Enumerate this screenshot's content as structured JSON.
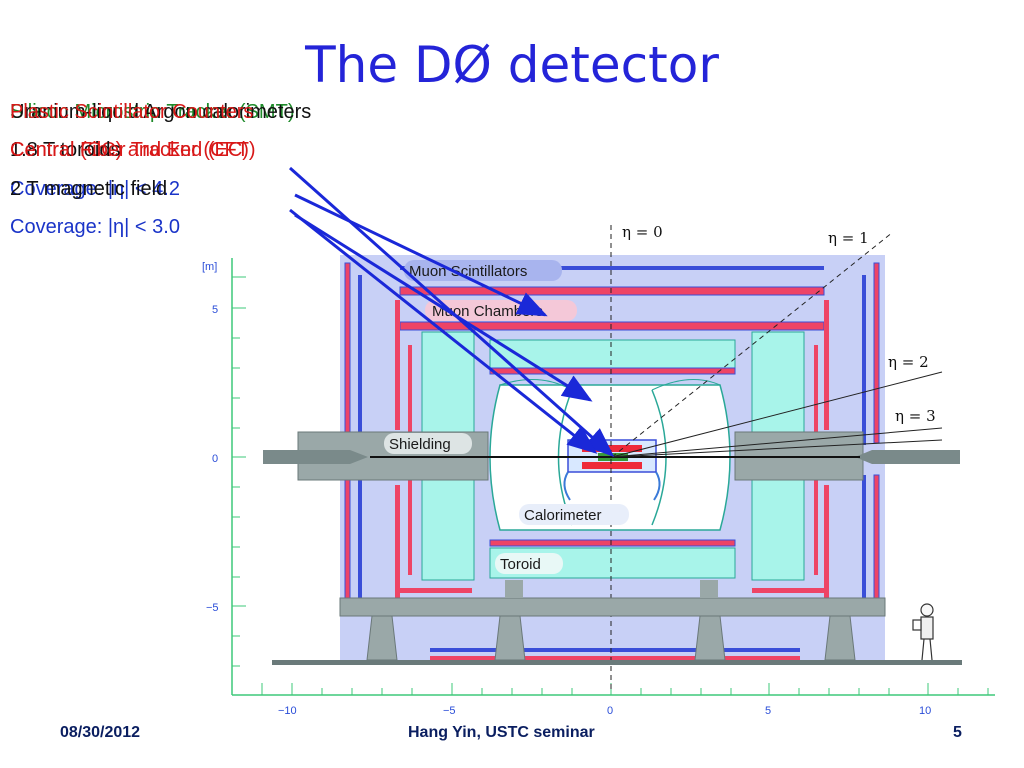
{
  "slide": {
    "title": "The DØ detector",
    "footer": {
      "date": "08/30/2012",
      "center": "Hang Yin, USTC seminar",
      "page": "5"
    }
  },
  "overlay_text": {
    "line1_green": "Silicon Microstrip Tracker (SMT)",
    "line1_black": "Uranium-liquid Argon calorimeters",
    "line1_red": "Plastic Scintillator Counters",
    "line2_red": "Central (CC) and End (EC)",
    "line2_black": "1.8 T toroids",
    "line2_red2": "Central Fiber Tracker (CFT)",
    "line3_blue": "Coverage: |η| < 4.2",
    "line3_black": "2 T magnetic field",
    "line4_blue": "Coverage: |η| < 3.0"
  },
  "diagram": {
    "axis_unit": "[m]",
    "y_ticks": [
      "5",
      "0",
      "−5"
    ],
    "x_ticks": [
      "−10",
      "−5",
      "0",
      "5",
      "10"
    ],
    "labels": {
      "muon_scintillators": "Muon Scintillators",
      "muon_chambers": "Muon Chambers",
      "shielding": "Shielding",
      "calorimeter": "Calorimeter",
      "toroid": "Toroid"
    },
    "eta_labels": [
      "η = 0",
      "η = 1",
      "η = 2",
      "η = 3"
    ],
    "colors": {
      "background": "#c8d0f6",
      "toroid": "#a8f4ea",
      "chamber_red": "#ee4466",
      "chamber_blue": "#3a4ed8",
      "shielding": "#9aa8a8",
      "arrow": "#1a28d8"
    }
  }
}
